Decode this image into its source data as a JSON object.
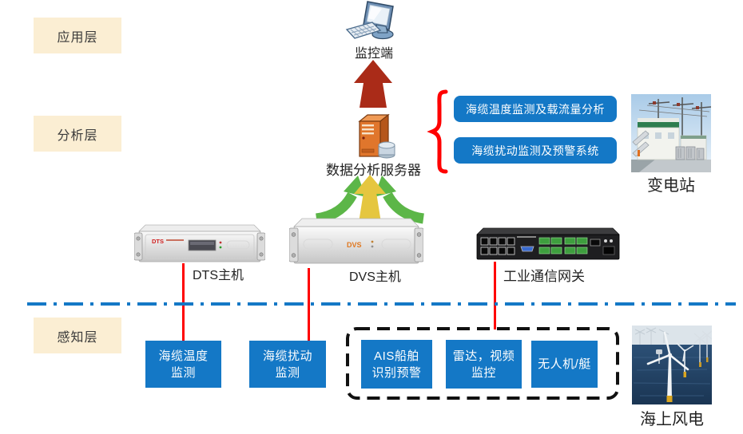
{
  "layers": {
    "application": "应用层",
    "analysis": "分析层",
    "perception": "感知层"
  },
  "application_layer": {
    "terminal_label": "监控端"
  },
  "analysis_layer": {
    "server_label": "数据分析服务器",
    "systems": [
      "海缆温度监测及载流量分析",
      "海缆扰动监测及预警系统"
    ]
  },
  "devices": {
    "dts": {
      "label": "DTS主机",
      "panel_text": "DTS"
    },
    "dvs": {
      "label": "DVS主机",
      "panel_text": "DVS"
    },
    "gateway": {
      "label": "工业通信网关"
    }
  },
  "photos": {
    "substation": {
      "caption": "变电站"
    },
    "offshore_wind": {
      "caption": "海上风电"
    }
  },
  "perception_layer": {
    "sensors": [
      {
        "line1": "海缆温度",
        "line2": "监测"
      },
      {
        "line1": "海缆扰动",
        "line2": "监测"
      },
      {
        "line1": "AIS船舶",
        "line2": "识别预警"
      },
      {
        "line1": "雷达，视频",
        "line2": "监控"
      },
      {
        "line1": "无人机/艇",
        "line2": ""
      }
    ]
  },
  "colors": {
    "layer_box_bg": "#FBEED3",
    "accent_blue": "#1478C6",
    "connector_red": "#FF0000",
    "arrow_dark_red": "#AA2B18",
    "arrow_green": "#5CB648",
    "arrow_yellow": "#E5C63F",
    "dashed_border": "#111111"
  }
}
